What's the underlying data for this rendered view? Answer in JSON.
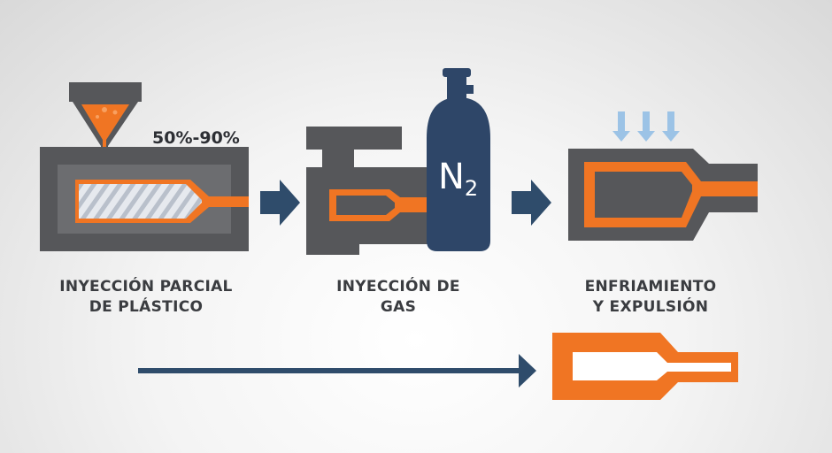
{
  "steps": [
    {
      "line1": "INYECCIÓN PARCIAL",
      "line2": "DE PLÁSTICO"
    },
    {
      "line1": "INYECCIÓN DE",
      "line2": "GAS"
    },
    {
      "line1": "ENFRIAMIENTO",
      "line2": "Y EXPULSIÓN"
    }
  ],
  "fill_range": "50%-90%",
  "gas": {
    "symbol": "N",
    "subscript": "2"
  },
  "colors": {
    "mold": "#56575a",
    "mold_dark": "#3d3e41",
    "plastic": "#f07523",
    "arrow": "#2f4c6b",
    "cylinder": "#2e4668",
    "cooling": "#9cc3e6",
    "label": "#3a3c40"
  }
}
